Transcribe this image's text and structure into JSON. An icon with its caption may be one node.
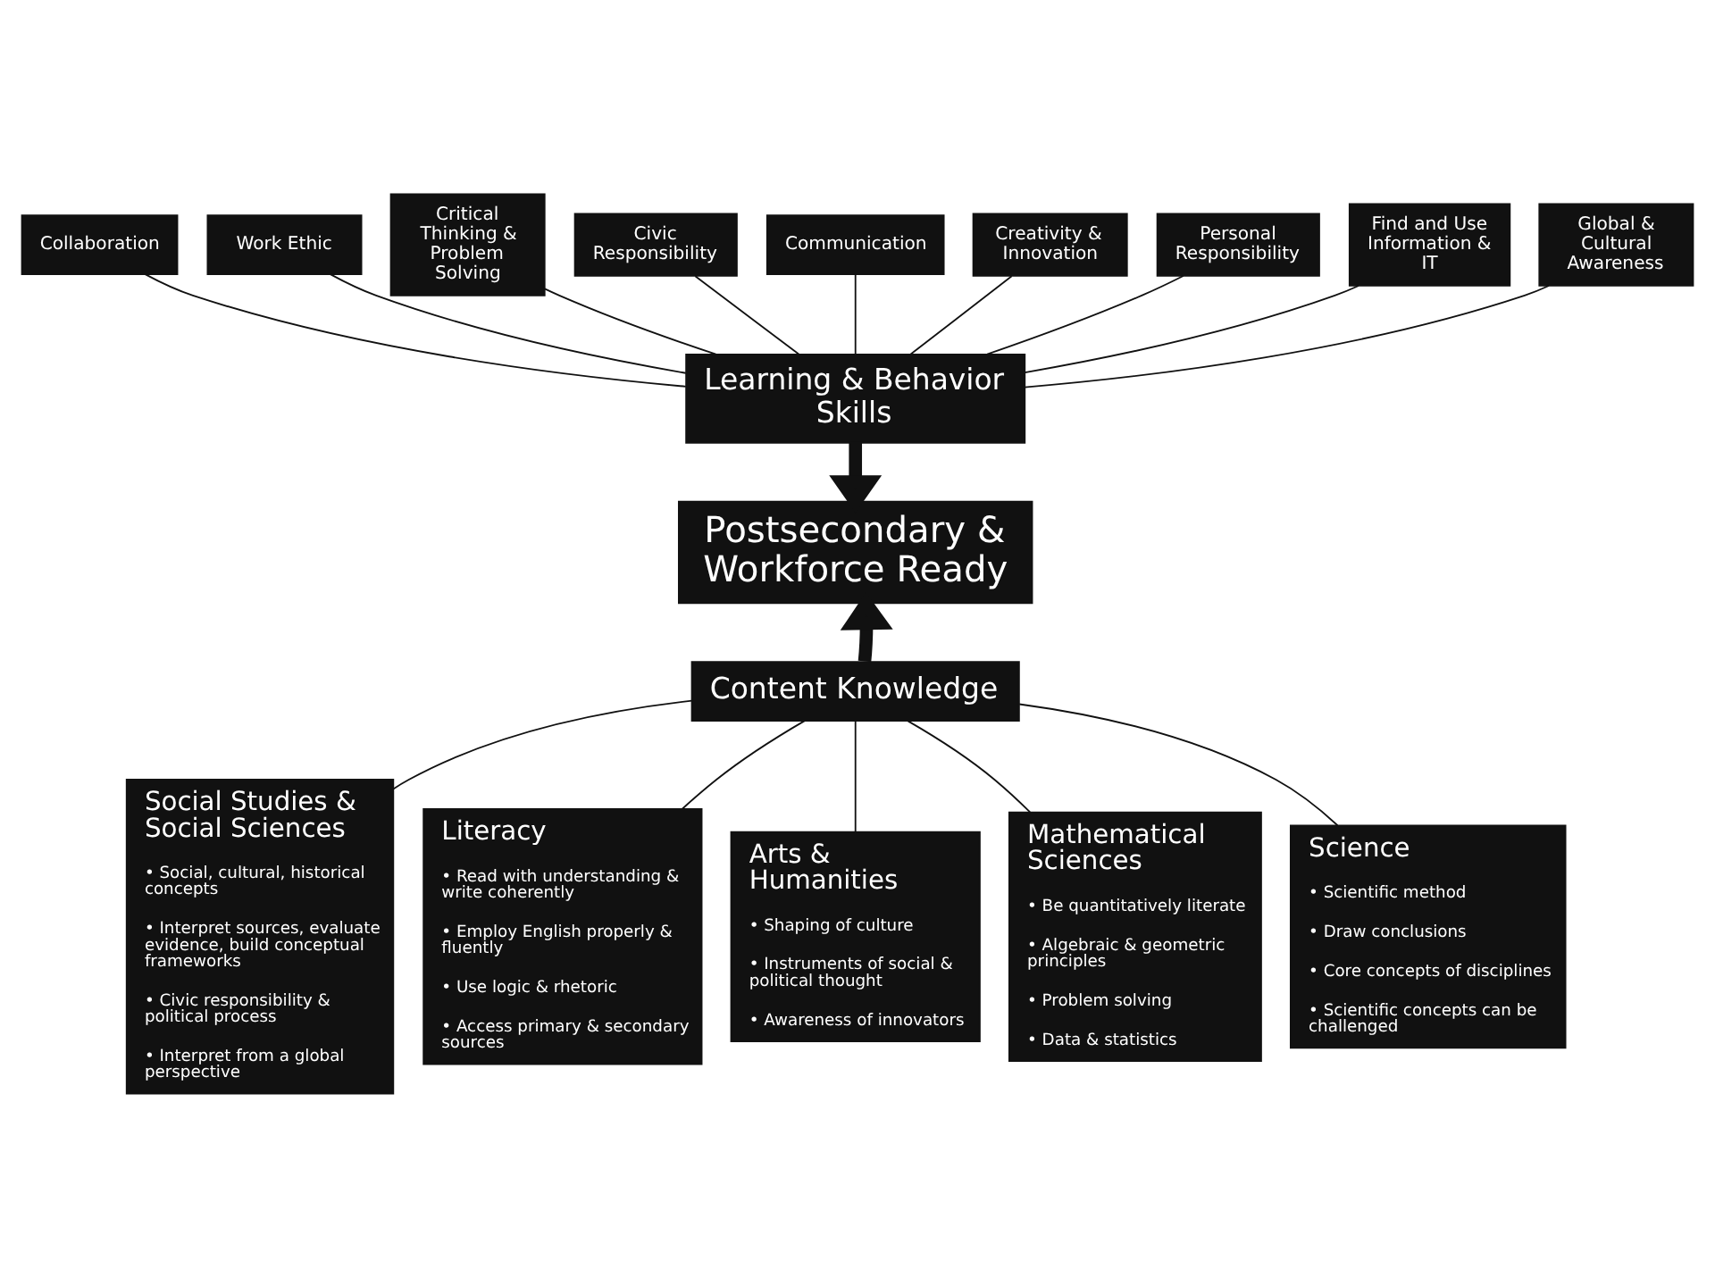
{
  "diagram": {
    "nodes": [
      {
        "text": [
          "Collaboration"
        ]
      },
      {
        "text": [
          "Work Ethic"
        ]
      },
      {
        "text": [
          "Critical Thinking & Problem Solving"
        ]
      },
      {
        "text": [
          "Civic Responsibility"
        ]
      },
      {
        "text": [
          "Communication"
        ]
      },
      {
        "text": [
          "Creativity & Innovation"
        ]
      },
      {
        "text": [
          "Personal Responsibility"
        ]
      },
      {
        "text": [
          "Find and Use Information & IT"
        ]
      },
      {
        "text": [
          "Global & Cultural Awareness"
        ]
      },
      {
        "text": [
          "Learning & Behavior Skills"
        ]
      },
      {
        "text": [
          "Postsecondary & Workforce Ready"
        ]
      },
      {
        "text": [
          "Social Studies & Social Sciences",
          "• Social, cultural, historical concepts",
          "• Interpret sources, evaluate evidence, build conceptual frameworks",
          "• Civic responsibility & political process",
          "• Interpret from a global perspective"
        ]
      },
      {
        "text": [
          "Literacy",
          "• Read with understanding & write coherently",
          "• Employ English properly & fluently",
          "• Use logic & rhetoric",
          "• Access primary & secondary sources"
        ]
      },
      {
        "text": [
          "Content Knowledge"
        ]
      },
      {
        "text": [
          "Arts & Humanities",
          "• Shaping of culture",
          "• Instruments of social & political thought",
          "• Awareness of innovators"
        ]
      },
      {
        "text": [
          "Mathematical Sciences",
          "• Be quantitatively literate",
          "• Algebraic & geometric principles",
          "• Problem solving",
          "• Data & statistics"
        ]
      },
      {
        "text": [
          "Science",
          "• Scientific method",
          "• Draw conclusions",
          "• Core concepts of disciplines",
          "• Scientific concepts can be challenged"
        ]
      }
    ],
    "edges": [
      {
        "from": 0,
        "to": 9,
        "arrow": "none"
      },
      {
        "from": 1,
        "to": 9,
        "arrow": "none"
      },
      {
        "from": 2,
        "to": 9,
        "arrow": "none"
      },
      {
        "from": 3,
        "to": 9,
        "arrow": "none"
      },
      {
        "from": 4,
        "to": 9,
        "arrow": "none"
      },
      {
        "from": 5,
        "to": 9,
        "arrow": "none"
      },
      {
        "from": 6,
        "to": 9,
        "arrow": "none"
      },
      {
        "from": 7,
        "to": 9,
        "arrow": "none"
      },
      {
        "from": 8,
        "to": 9,
        "arrow": "none"
      },
      {
        "from": 9,
        "to": 10,
        "arrow": "to",
        "style": "thick"
      },
      {
        "from": 13,
        "to": 10,
        "arrow": "to",
        "style": "thick"
      },
      {
        "from": 13,
        "to": 11,
        "arrow": "none"
      },
      {
        "from": 13,
        "to": 14,
        "arrow": "none"
      },
      {
        "from": 13,
        "to": 15,
        "arrow": "none"
      },
      {
        "from": 13,
        "to": 16,
        "arrow": "none"
      },
      {
        "from": 13,
        "to": 12,
        "arrow": "none"
      }
    ]
  }
}
